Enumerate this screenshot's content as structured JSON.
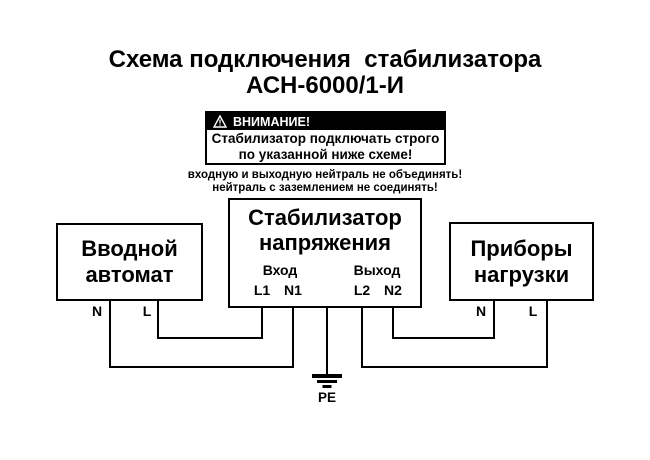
{
  "colors": {
    "background": "#ffffff",
    "line": "#000000",
    "warning_header_bg": "#000000",
    "warning_header_fg": "#ffffff"
  },
  "title": {
    "line1": "Схема подключения  стабилизатора",
    "line2": "АСН-6000/1-И"
  },
  "warning": {
    "icon": "warning-triangle-icon",
    "header": "ВНИМАНИЕ!",
    "body_line1": "Стабилизатор подключать строго",
    "body_line2": "по указанной ниже схеме!"
  },
  "notes": {
    "line1": "входную и выходную нейтраль не объединять!",
    "line2": "нейтраль с заземлением не соединять!"
  },
  "boxes": {
    "input_breaker": {
      "line1": "Вводной",
      "line2": "автомат",
      "terminal_n": "N",
      "terminal_l": "L"
    },
    "stabilizer": {
      "line1": "Стабилизатор",
      "line2": "напряжения",
      "input_label": "Вход",
      "output_label": "Выход",
      "terminals": [
        "L1",
        "N1",
        "L2",
        "N2"
      ]
    },
    "load": {
      "line1": "Приборы",
      "line2": "нагрузки",
      "terminal_n": "N",
      "terminal_l": "L"
    }
  },
  "ground": {
    "label": "PE"
  }
}
